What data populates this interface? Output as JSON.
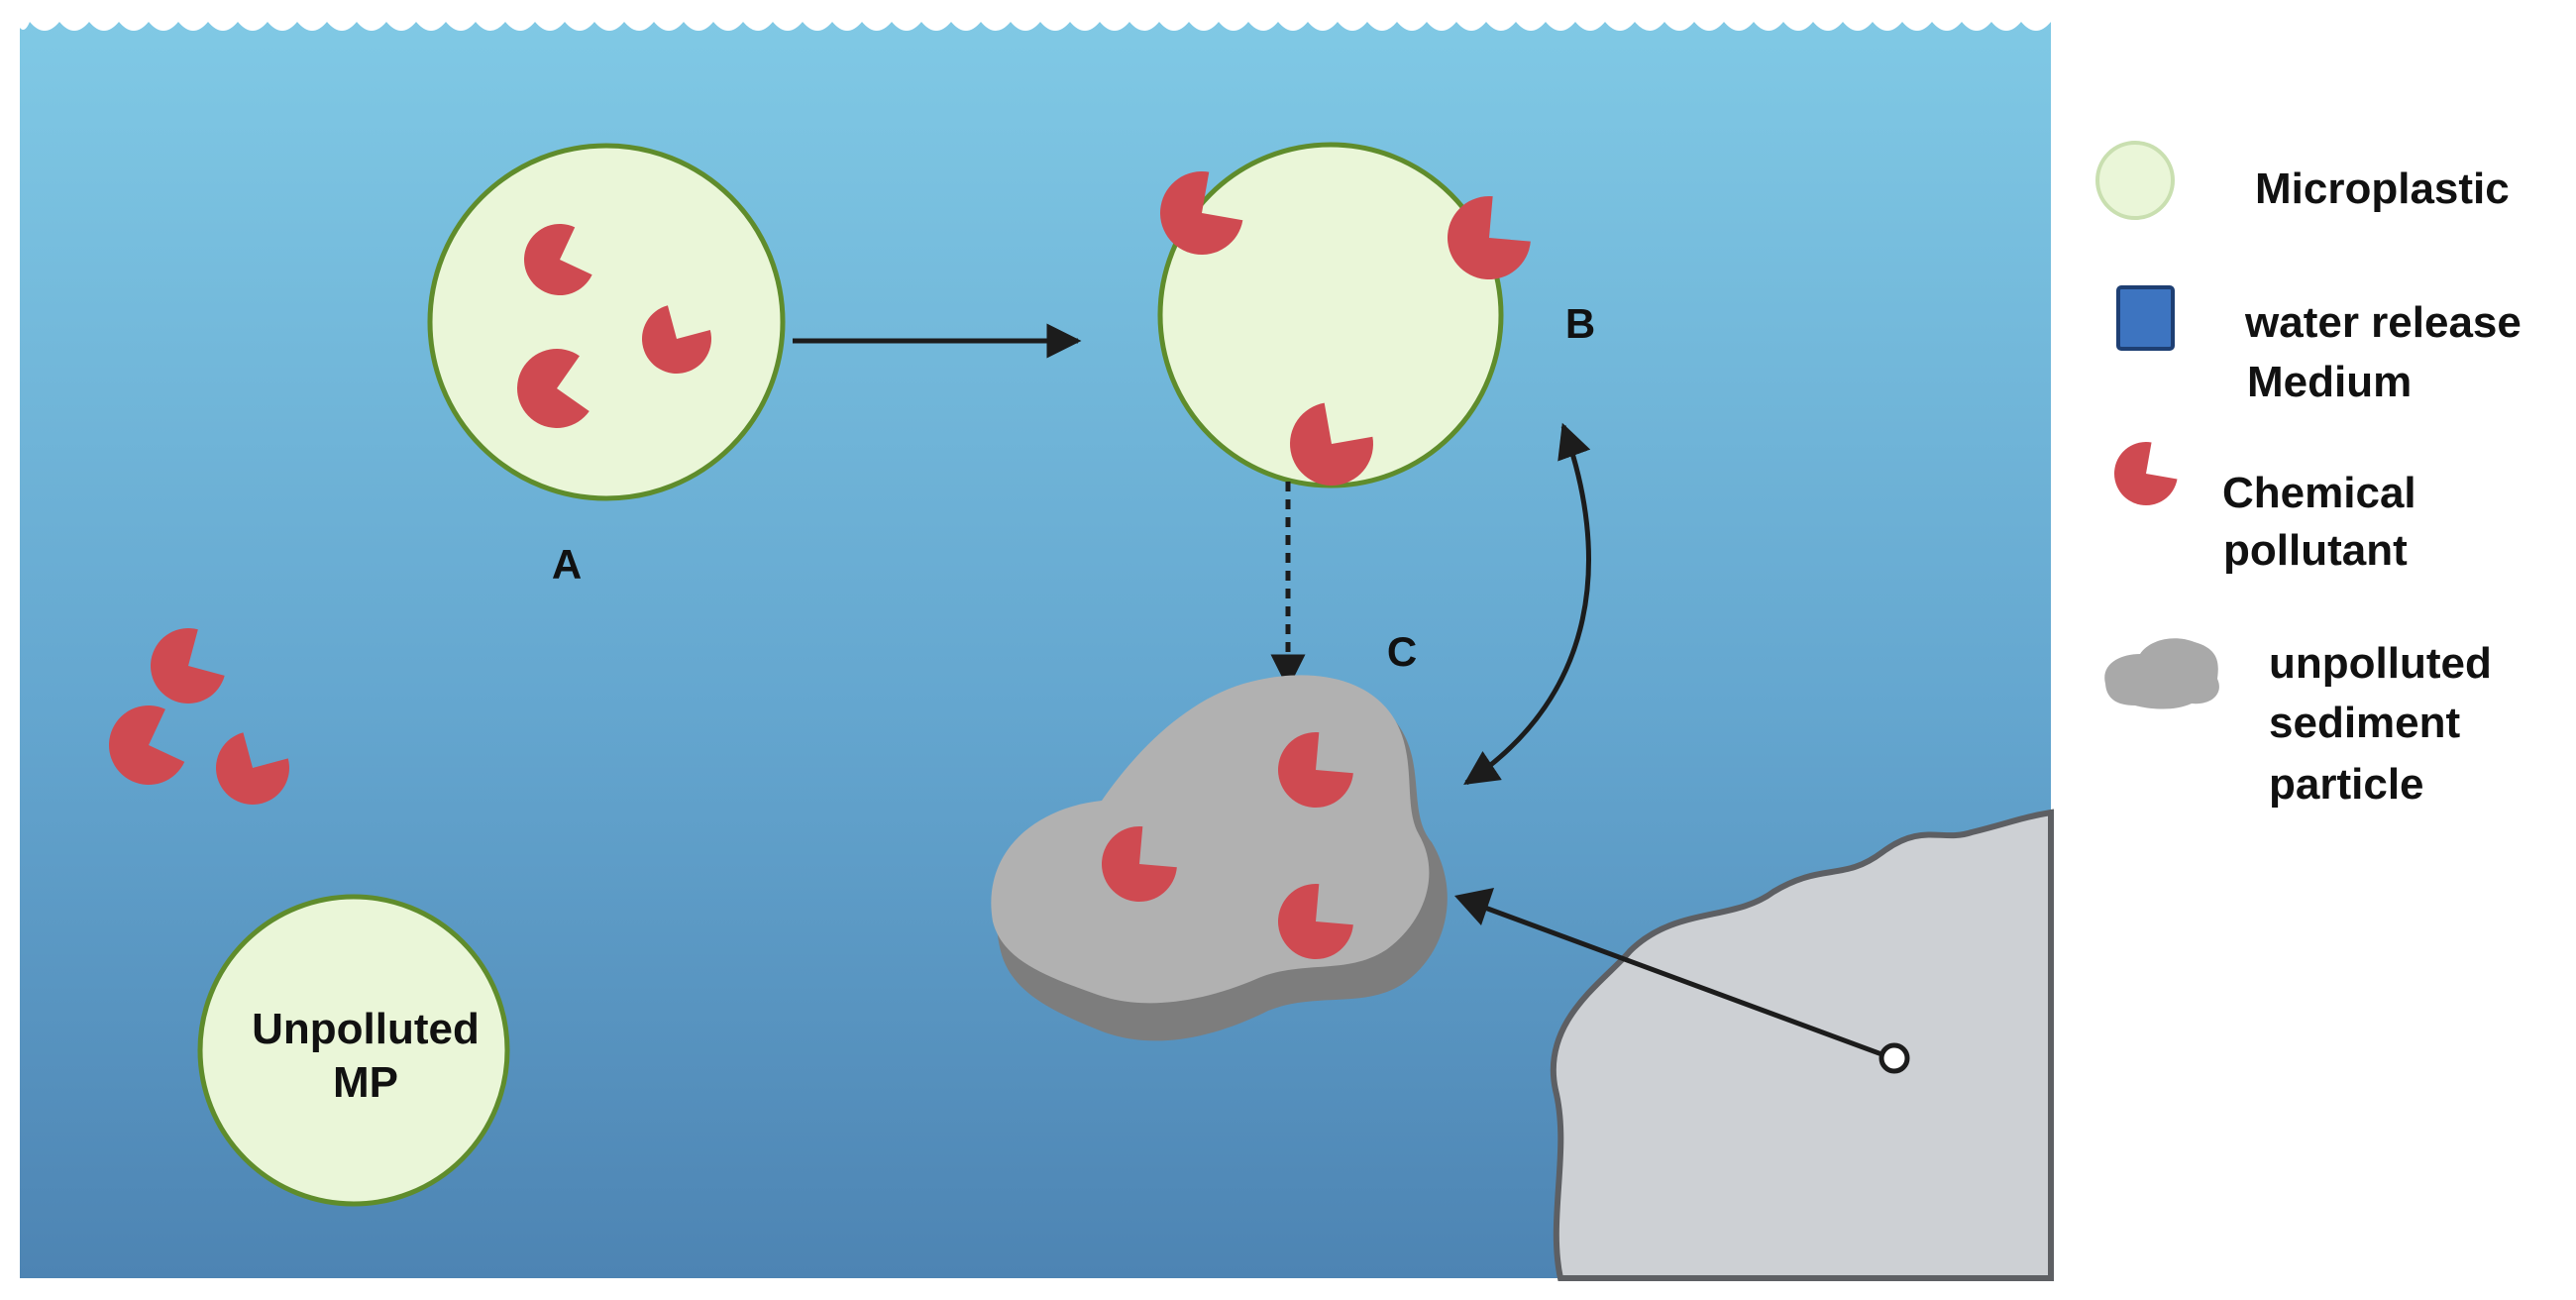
{
  "labels": {
    "a": "A",
    "b": "B",
    "c": "C",
    "unpolluted_mp_line1": "Unpolluted",
    "unpolluted_mp_line2": "MP"
  },
  "legend": {
    "microplastic": "Microplastic",
    "water_line1": "water release",
    "water_line2": "Medium",
    "chemical_line1": "Chemical",
    "chemical_line2": "pollutant",
    "sediment_line1": "unpolluted",
    "sediment_line2": "sediment",
    "sediment_line3": "particle"
  },
  "colors": {
    "water_top": "#7fc8e4",
    "water_bottom": "#4f87b5",
    "microplastic_fill": "#eaf6d8",
    "microplastic_stroke": "#5f8c2c",
    "pollutant": "#cf4a51",
    "sediment": "#b1b1b1",
    "sediment_shadow": "#7d7d7d",
    "seabed": "#cdd0d4",
    "water_medium_icon": "#3d74c0"
  }
}
